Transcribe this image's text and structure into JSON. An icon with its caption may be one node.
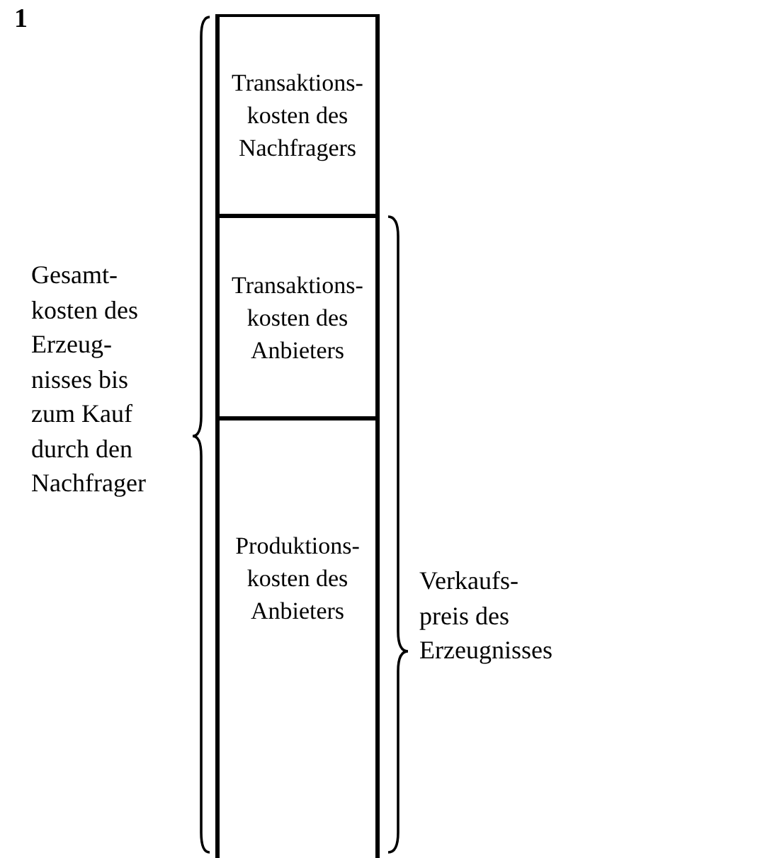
{
  "diagram": {
    "nodes": [
      {
        "text": [
          "Transaktions- kosten des Nachfragers"
        ]
      },
      {
        "text": [
          "Transaktions- kosten des Anbieters"
        ]
      },
      {
        "text": [
          "Produktions- kosten des Anbieters"
        ]
      }
    ],
    "labels": [
      "1",
      "Gesamt- kosten des Erzeug- nisses bis zum Kauf durch den Nachfrager",
      "Verkaufs- preis des Erzeugnisses"
    ]
  }
}
